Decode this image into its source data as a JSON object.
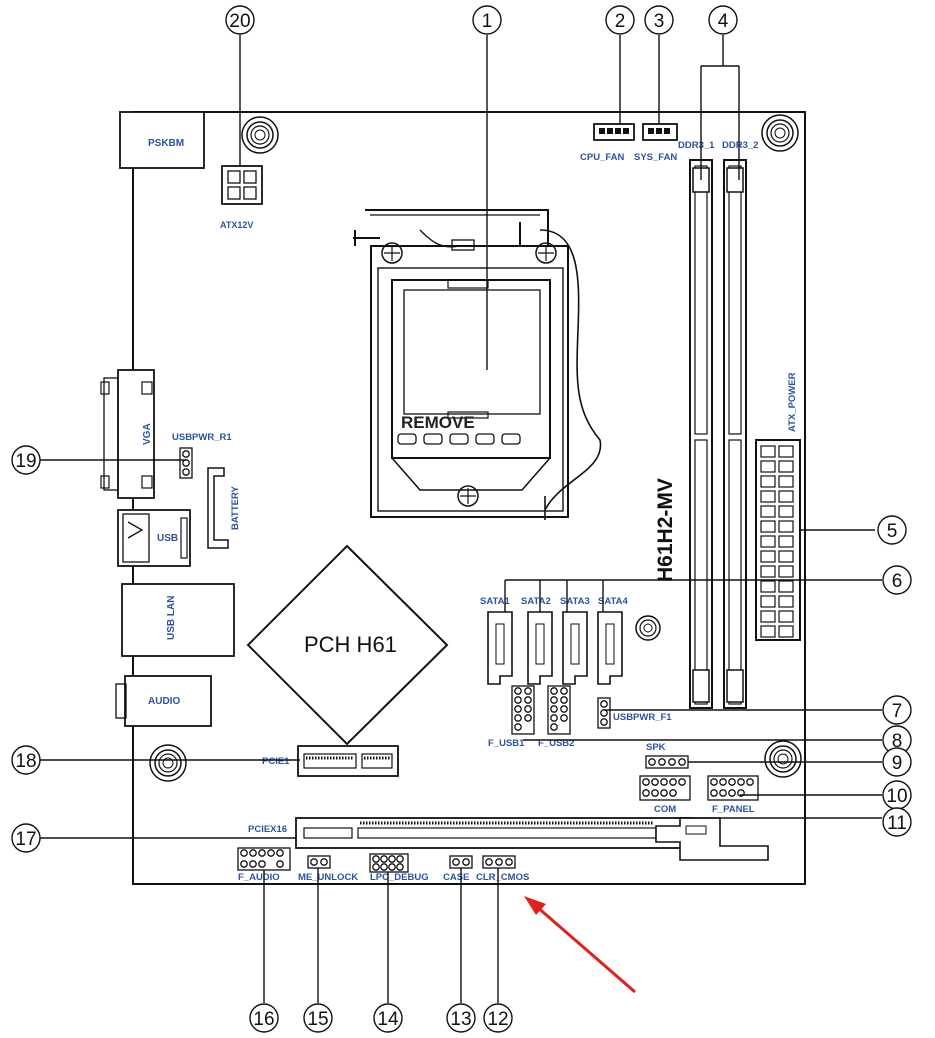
{
  "diagram": {
    "board_model": "H61H2-MV",
    "chipset": "PCH H61",
    "socket_label": "REMOVE",
    "labels": {
      "pskbm": "PSKBM",
      "atx12v": "ATX12V",
      "cpu_fan": "CPU_FAN",
      "sys_fan": "SYS_FAN",
      "ddr3_1": "DDR3_1",
      "ddr3_2": "DDR3_2",
      "atx_power": "ATX_POWER",
      "vga": "VGA",
      "usbpwr_r1": "USBPWR_R1",
      "battery": "BATTERY",
      "usb": "USB",
      "usb_lan": "USB LAN",
      "audio": "AUDIO",
      "sata1": "SATA1",
      "sata2": "SATA2",
      "sata3": "SATA3",
      "sata4": "SATA4",
      "usbpwr_f1": "USBPWR_F1",
      "f_usb1": "F_USB1",
      "f_usb2": "F_USB2",
      "spk": "SPK",
      "com": "COM",
      "f_panel": "F_PANEL",
      "pcie1": "PCIE1",
      "pciex16": "PCIEX16",
      "f_audio": "F_AUDIO",
      "me_unlock": "ME_UNLOCK",
      "lpc_debug": "LPC_DEBUG",
      "case": "CASE",
      "clr_cmos": "CLR_CMOS"
    },
    "callouts": [
      "1",
      "2",
      "3",
      "4",
      "5",
      "6",
      "7",
      "8",
      "9",
      "10",
      "11",
      "12",
      "13",
      "14",
      "15",
      "16",
      "17",
      "18",
      "19",
      "20"
    ],
    "colors": {
      "label": "#2a54a0",
      "outline": "#1a1a1a",
      "arrow": "#e0201b"
    }
  }
}
